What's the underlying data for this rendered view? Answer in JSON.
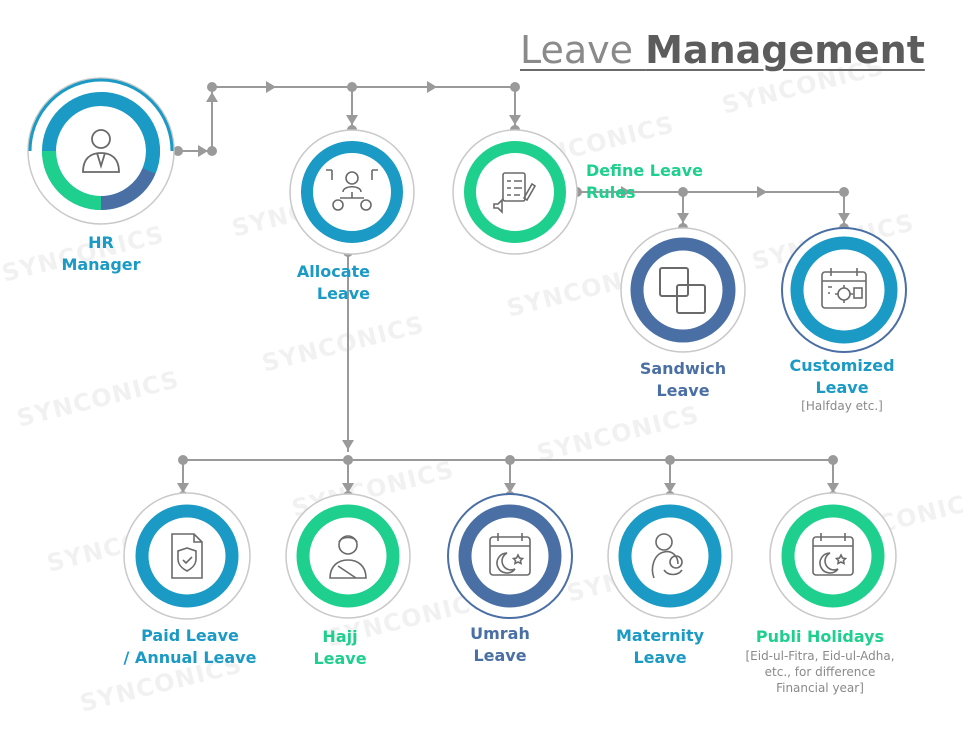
{
  "title": {
    "word1": "Leave",
    "word2": "Management"
  },
  "watermark": "SYNCONICS",
  "colors": {
    "teal": "#1a9ac5",
    "green": "#1fcf8e",
    "blue": "#4a6fa5",
    "connector": "#9a9a9a"
  },
  "nodes": {
    "hr_manager": {
      "label_line1": "HR",
      "label_line2": "Manager",
      "icon": "businessman-icon"
    },
    "allocate_leave": {
      "label_line1": "Allocate",
      "label_line2": "Leave",
      "icon": "team-allocation-icon"
    },
    "define_rules": {
      "label": "Define Leave Rules",
      "icon": "rules-checklist-icon"
    },
    "sandwich_leave": {
      "label_line1": "Sandwich",
      "label_line2": "Leave",
      "icon": "overlapping-squares-icon"
    },
    "customized_leave": {
      "label_line1": "Customized",
      "label_line2": "Leave",
      "note": "[Halfday etc.]",
      "icon": "calendar-settings-icon"
    },
    "paid_leave": {
      "label_line1": "Paid Leave",
      "label_line2": "/ Annual Leave",
      "icon": "shield-document-icon"
    },
    "hajj_leave": {
      "label_line1": "Hajj",
      "label_line2": "Leave",
      "icon": "pilgrim-icon"
    },
    "umrah_leave": {
      "label_line1": "Umrah",
      "label_line2": "Leave",
      "icon": "crescent-calendar-icon"
    },
    "maternity_leave": {
      "label_line1": "Maternity",
      "label_line2": "Leave",
      "icon": "mother-child-icon"
    },
    "public_holidays": {
      "label_line1": "Publi Holidays",
      "note_line1": "[Eid-ul-Fitra, Eid-ul-Adha,",
      "note_line2": "etc., for difference",
      "note_line3": "Financial year]",
      "icon": "crescent-calendar-icon"
    }
  }
}
